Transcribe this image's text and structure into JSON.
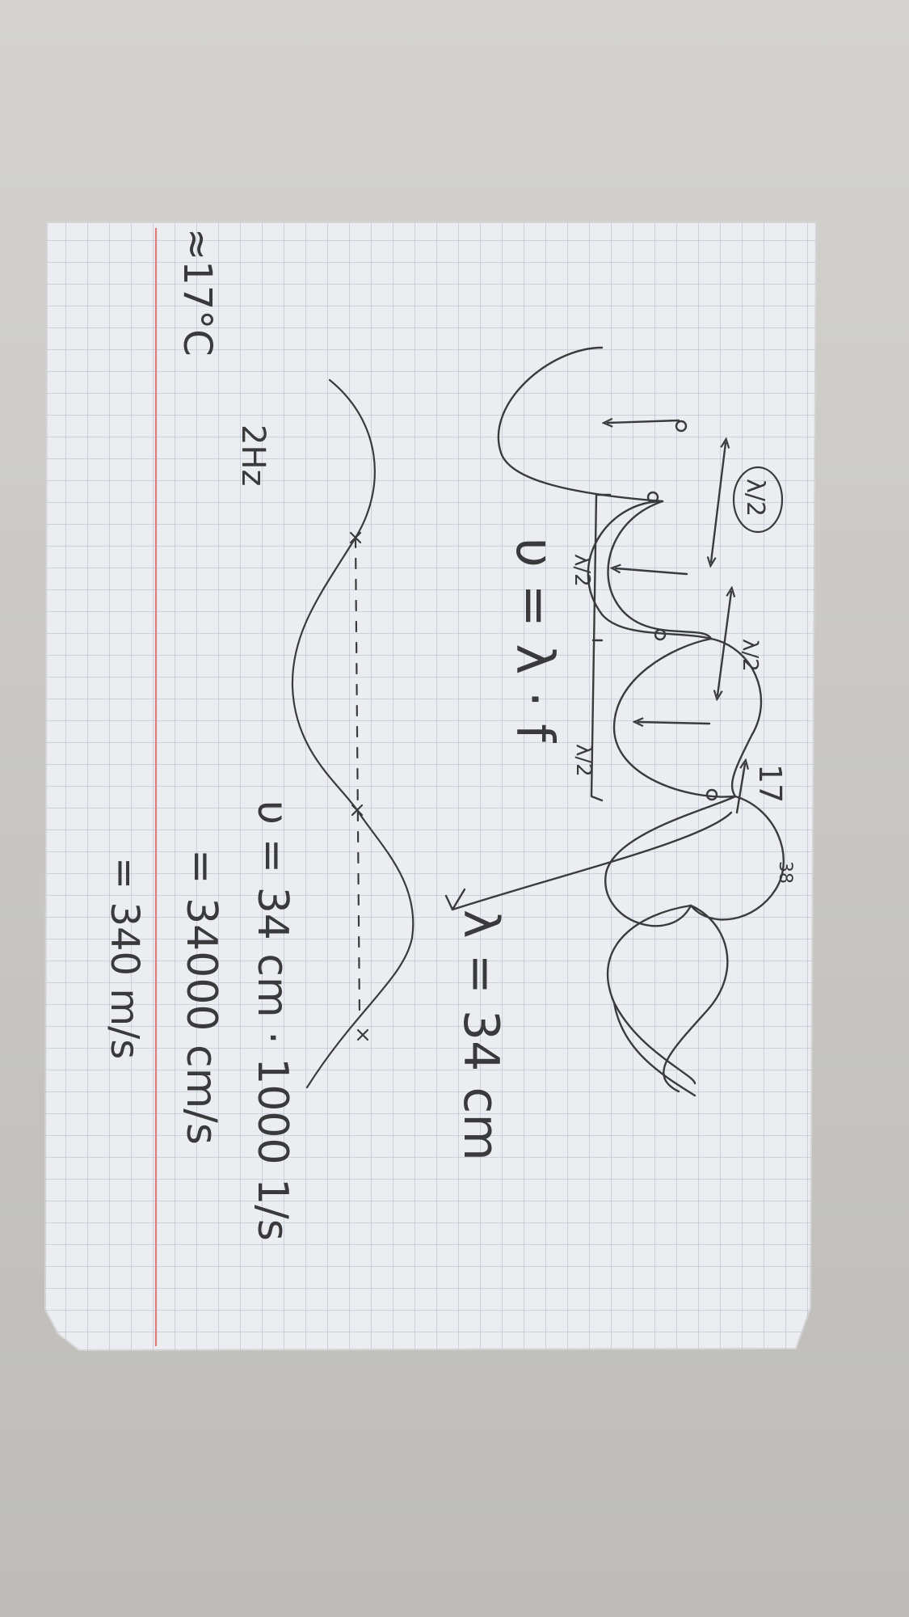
{
  "notes": {
    "top_left": "≈17°C",
    "hz_mark": "2Hz",
    "half_wave_circled": "λ/2",
    "half_wave_1": "λ/2",
    "half_wave_2": "λ/2",
    "half_wave_3": "λ/2",
    "number_17": "17",
    "number_38": "38",
    "wave_formula": "υ = λ · f",
    "wavelength": "λ = 34 cm",
    "velocity_1": "υ = 34 cm · 1000 1/s",
    "velocity_2": "= 34000 cm/s",
    "velocity_3": "= 340 m/s"
  },
  "colors": {
    "paper": "#ecedf0",
    "grid": "#b9c4d2",
    "margin_line": "#e0797a",
    "ink": "#3b3b3d",
    "background": "#cfcecb"
  }
}
